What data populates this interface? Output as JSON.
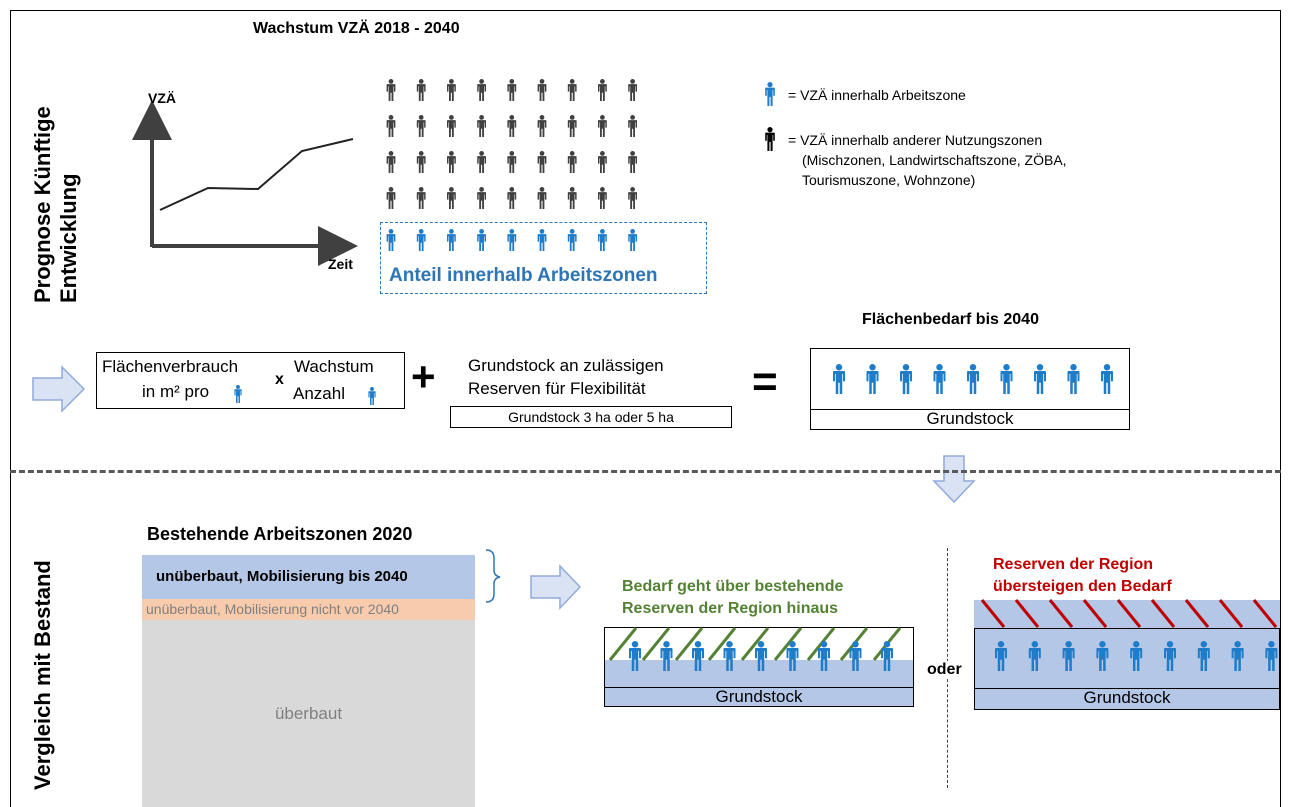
{
  "section_top": {
    "side_title_line1": "Prognose Künftige",
    "side_title_line2": "Entwicklung",
    "chart_title": "Wachstum VZÄ 2018 - 2040",
    "axis_y_label": "VZÄ",
    "axis_x_label": "Zeit",
    "share_label": "Anteil innerhalb Arbeitszonen",
    "legend_blue": "= VZÄ innerhalb Arbeitszone",
    "legend_black_line1": "= VZÄ innerhalb anderer Nutzungszonen",
    "legend_black_line2": "(Mischzonen, Landwirtschaftszone, ZÖBA,",
    "legend_black_line3": "Tourismuszone, Wohnzone)"
  },
  "formula": {
    "area_line1": "Flächenverbrauch",
    "area_line2": "in m² pro",
    "times": "x",
    "growth_line1": "Wachstum",
    "growth_line2": "Anzahl",
    "plus": "+",
    "base_line1": "Grundstock an zulässigen",
    "base_line2": "Reserven für Flexibilität",
    "base_box": "Grundstock 3 ha oder 5 ha",
    "equals": "=",
    "result_title": "Flächenbedarf bis 2040",
    "result_label": "Grundstock"
  },
  "section_bottom": {
    "side_title": "Vergleich mit Bestand",
    "existing_title": "Bestehende Arbeitszonen 2020",
    "layer_mobil": "unüberbaut, Mobilisierung bis 2040",
    "layer_not_mobil": "unüberbaut, Mobilisierung nicht vor 2040",
    "layer_built": "überbaut",
    "case1_line1": "Bedarf geht über bestehende",
    "case1_line2": "Reserven der Region hinaus",
    "case1_label": "Grundstock",
    "or_label": "oder",
    "case2_line1": "Reserven der Region",
    "case2_line2": "übersteigen den Bedarf",
    "case2_label": "Grundstock"
  },
  "colors": {
    "blue_person": "#1f7cc9",
    "dark_person": "#404040",
    "share_text": "#2e75b6",
    "layer_blue": "#b4c7e7",
    "layer_peach": "#f8cbad",
    "layer_gray": "#d9d9d9",
    "green": "#548235",
    "red": "#c00000",
    "arrow_fill": "#dae3f3",
    "arrow_stroke": "#8faadc"
  }
}
